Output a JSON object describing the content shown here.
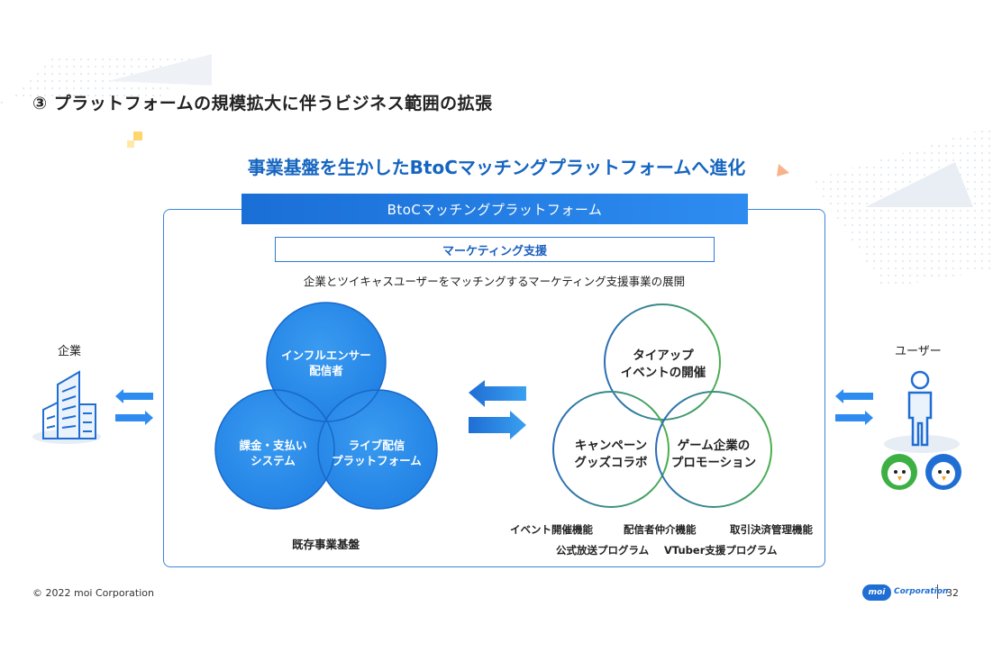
{
  "slide": {
    "title": "③ プラットフォームの規模拡大に伴うビジネス範囲の拡張",
    "subtitle": "事業基盤を生かしたBtoCマッチングプラットフォームへ進化",
    "platform_banner": "BtoCマッチングプラットフォーム",
    "support_box": "マーケティング支援",
    "description": "企業とツイキャスユーザーをマッチングするマーケティング支援事業の展開",
    "left_label": "企業",
    "right_label": "ユーザー"
  },
  "existing_base": {
    "circles": [
      "インフルエンサー\n配信者",
      "課金・支払い\nシステム",
      "ライブ配信\nプラットフォーム"
    ],
    "caption": "既存事業基盤"
  },
  "new_services": {
    "circles": [
      "タイアップ\nイベントの開催",
      "キャンペーン\nグッズコラボ",
      "ゲーム企業の\nプロモーション"
    ],
    "features": [
      "イベント開催機能",
      "配信者仲介機能",
      "取引決済管理機能",
      "公式放送プログラム",
      "VTuber支援プログラム"
    ]
  },
  "footer": {
    "copyright": "© 2022 moi Corporation",
    "logo_mark": "moi",
    "logo_text": "Corporation",
    "page_number": "32"
  },
  "colors": {
    "accent": "#1a6fd6",
    "ring_blue": "#2b6cb8",
    "ring_green": "#4caf50",
    "mascot_green": "#3cb043"
  },
  "icons": [
    "building-icon",
    "person-icon",
    "arrow-left-icon",
    "arrow-right-icon",
    "mascot-icon"
  ]
}
